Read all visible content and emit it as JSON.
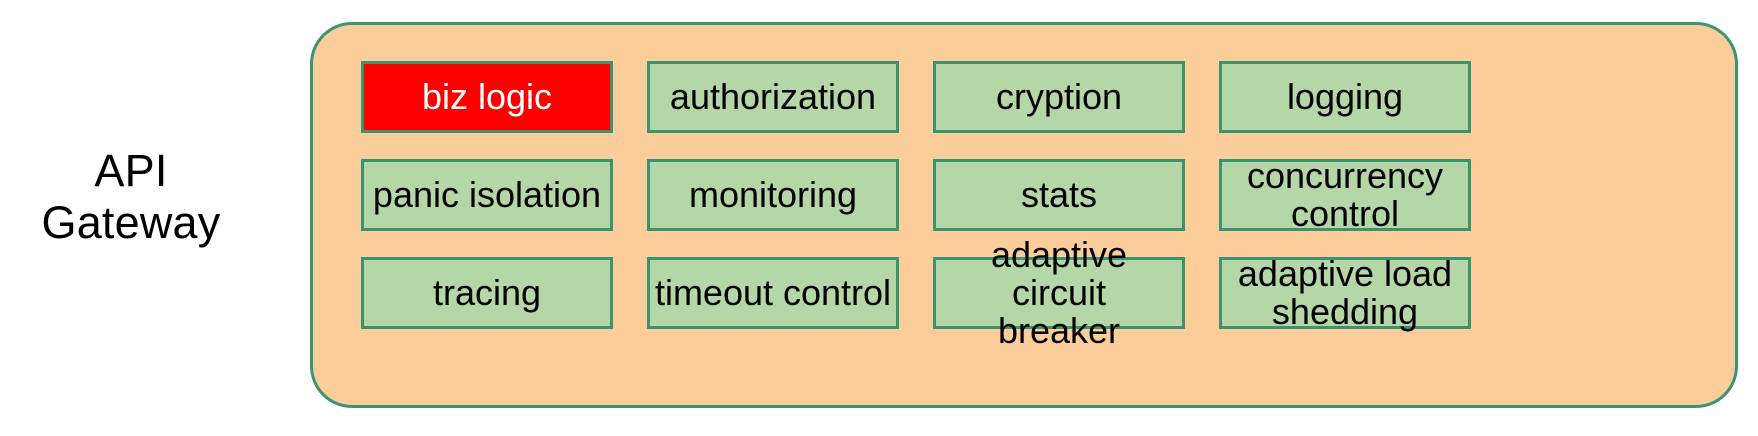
{
  "diagram": {
    "side_label": "API\nGateway",
    "container": {
      "name": "api-gateway-container",
      "fill_color": "#fbcd9b",
      "border_color": "#3a9470"
    },
    "colors": {
      "box_fill": "#b5d6a7",
      "box_border": "#3a9470",
      "highlight_fill": "#fc0000",
      "highlight_text": "#ffffff",
      "text": "#000000",
      "background": "#ffffff"
    },
    "rows": [
      {
        "boxes": [
          {
            "label": "biz logic",
            "highlighted": true
          },
          {
            "label": "authorization",
            "highlighted": false
          },
          {
            "label": "cryption",
            "highlighted": false
          },
          {
            "label": "logging",
            "highlighted": false
          }
        ]
      },
      {
        "boxes": [
          {
            "label": "panic isolation",
            "highlighted": false
          },
          {
            "label": "monitoring",
            "highlighted": false
          },
          {
            "label": "stats",
            "highlighted": false
          },
          {
            "label": "concurrency\ncontrol",
            "highlighted": false
          }
        ]
      },
      {
        "boxes": [
          {
            "label": "tracing",
            "highlighted": false
          },
          {
            "label": "timeout control",
            "highlighted": false
          },
          {
            "label": "adaptive circuit\nbreaker",
            "highlighted": false
          },
          {
            "label": "adaptive load\nshedding",
            "highlighted": false
          }
        ]
      }
    ]
  }
}
